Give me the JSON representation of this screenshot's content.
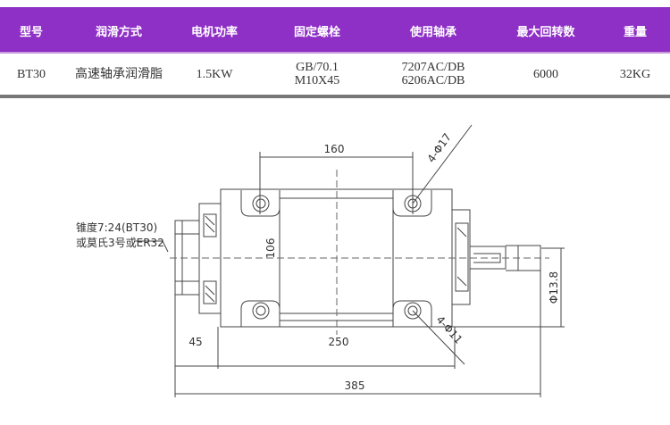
{
  "table": {
    "headers": [
      "型号",
      "润滑方式",
      "电机功率",
      "固定螺栓",
      "使用轴承",
      "最大回转数",
      "重量"
    ],
    "row": {
      "model": "BT30",
      "lubrication": "高速轴承润滑脂",
      "power": "1.5KW",
      "bolt_1": "GB/70.1",
      "bolt_2": "M10X45",
      "bearing_1": "7207AC/DB",
      "bearing_2": "6206AC/DB",
      "max_rpm": "6000",
      "weight": "32KG"
    }
  },
  "drawing": {
    "dim_160": "160",
    "dim_106": "106",
    "dim_45": "45",
    "dim_250": "250",
    "dim_385": "385",
    "dim_shaft": "Φ13.8",
    "hole_top": "4-Φ17",
    "hole_bottom": "4-Φ11",
    "taper_1": "锥度7:24(BT30)",
    "taper_2": "或莫氏3号或ER32"
  },
  "colors": {
    "header": "#8e2fc6"
  }
}
